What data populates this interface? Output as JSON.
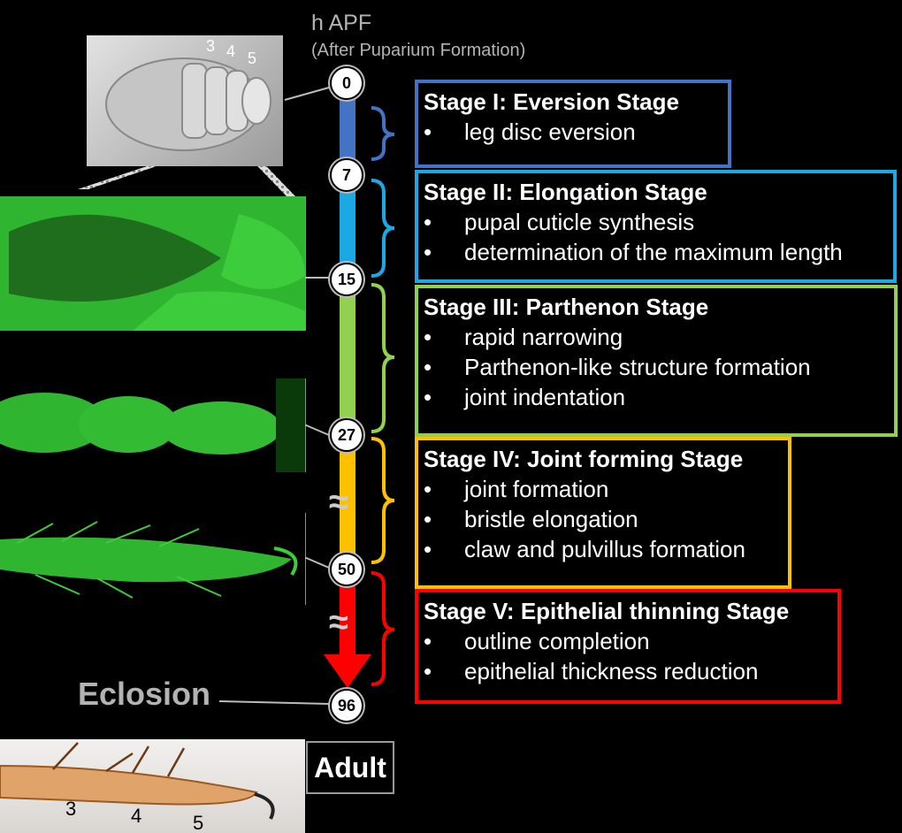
{
  "header": {
    "title": "h APF",
    "subtitle": "(After Puparium Formation)"
  },
  "timeline": {
    "nodes": [
      "0",
      "7",
      "15",
      "27",
      "50",
      "96"
    ],
    "break_symbol": "≈"
  },
  "stages": [
    {
      "title": "Stage I: Eversion Stage",
      "color": "#4472c4",
      "items": [
        "leg disc eversion"
      ]
    },
    {
      "title": "Stage II: Elongation Stage",
      "color": "#1ca8e4",
      "items": [
        "pupal cuticle synthesis",
        "determination of the maximum length"
      ]
    },
    {
      "title": "Stage III: Parthenon Stage",
      "color": "#92d050",
      "items": [
        "rapid narrowing",
        "Parthenon-like structure formation",
        "joint indentation"
      ]
    },
    {
      "title": "Stage IV: Joint forming Stage",
      "color": "#ffc000",
      "items": [
        "joint formation",
        "bristle elongation",
        "claw and pulvillus formation"
      ]
    },
    {
      "title": "Stage V: Epithelial thinning Stage",
      "color": "#ff0000",
      "items": [
        "outline completion",
        "epithelial thickness reduction"
      ]
    }
  ],
  "labels": {
    "eclosion": "Eclosion",
    "adult": "Adult",
    "disc_segments": [
      "3",
      "4",
      "5"
    ],
    "adult_segments": [
      "3",
      "4",
      "5"
    ]
  }
}
